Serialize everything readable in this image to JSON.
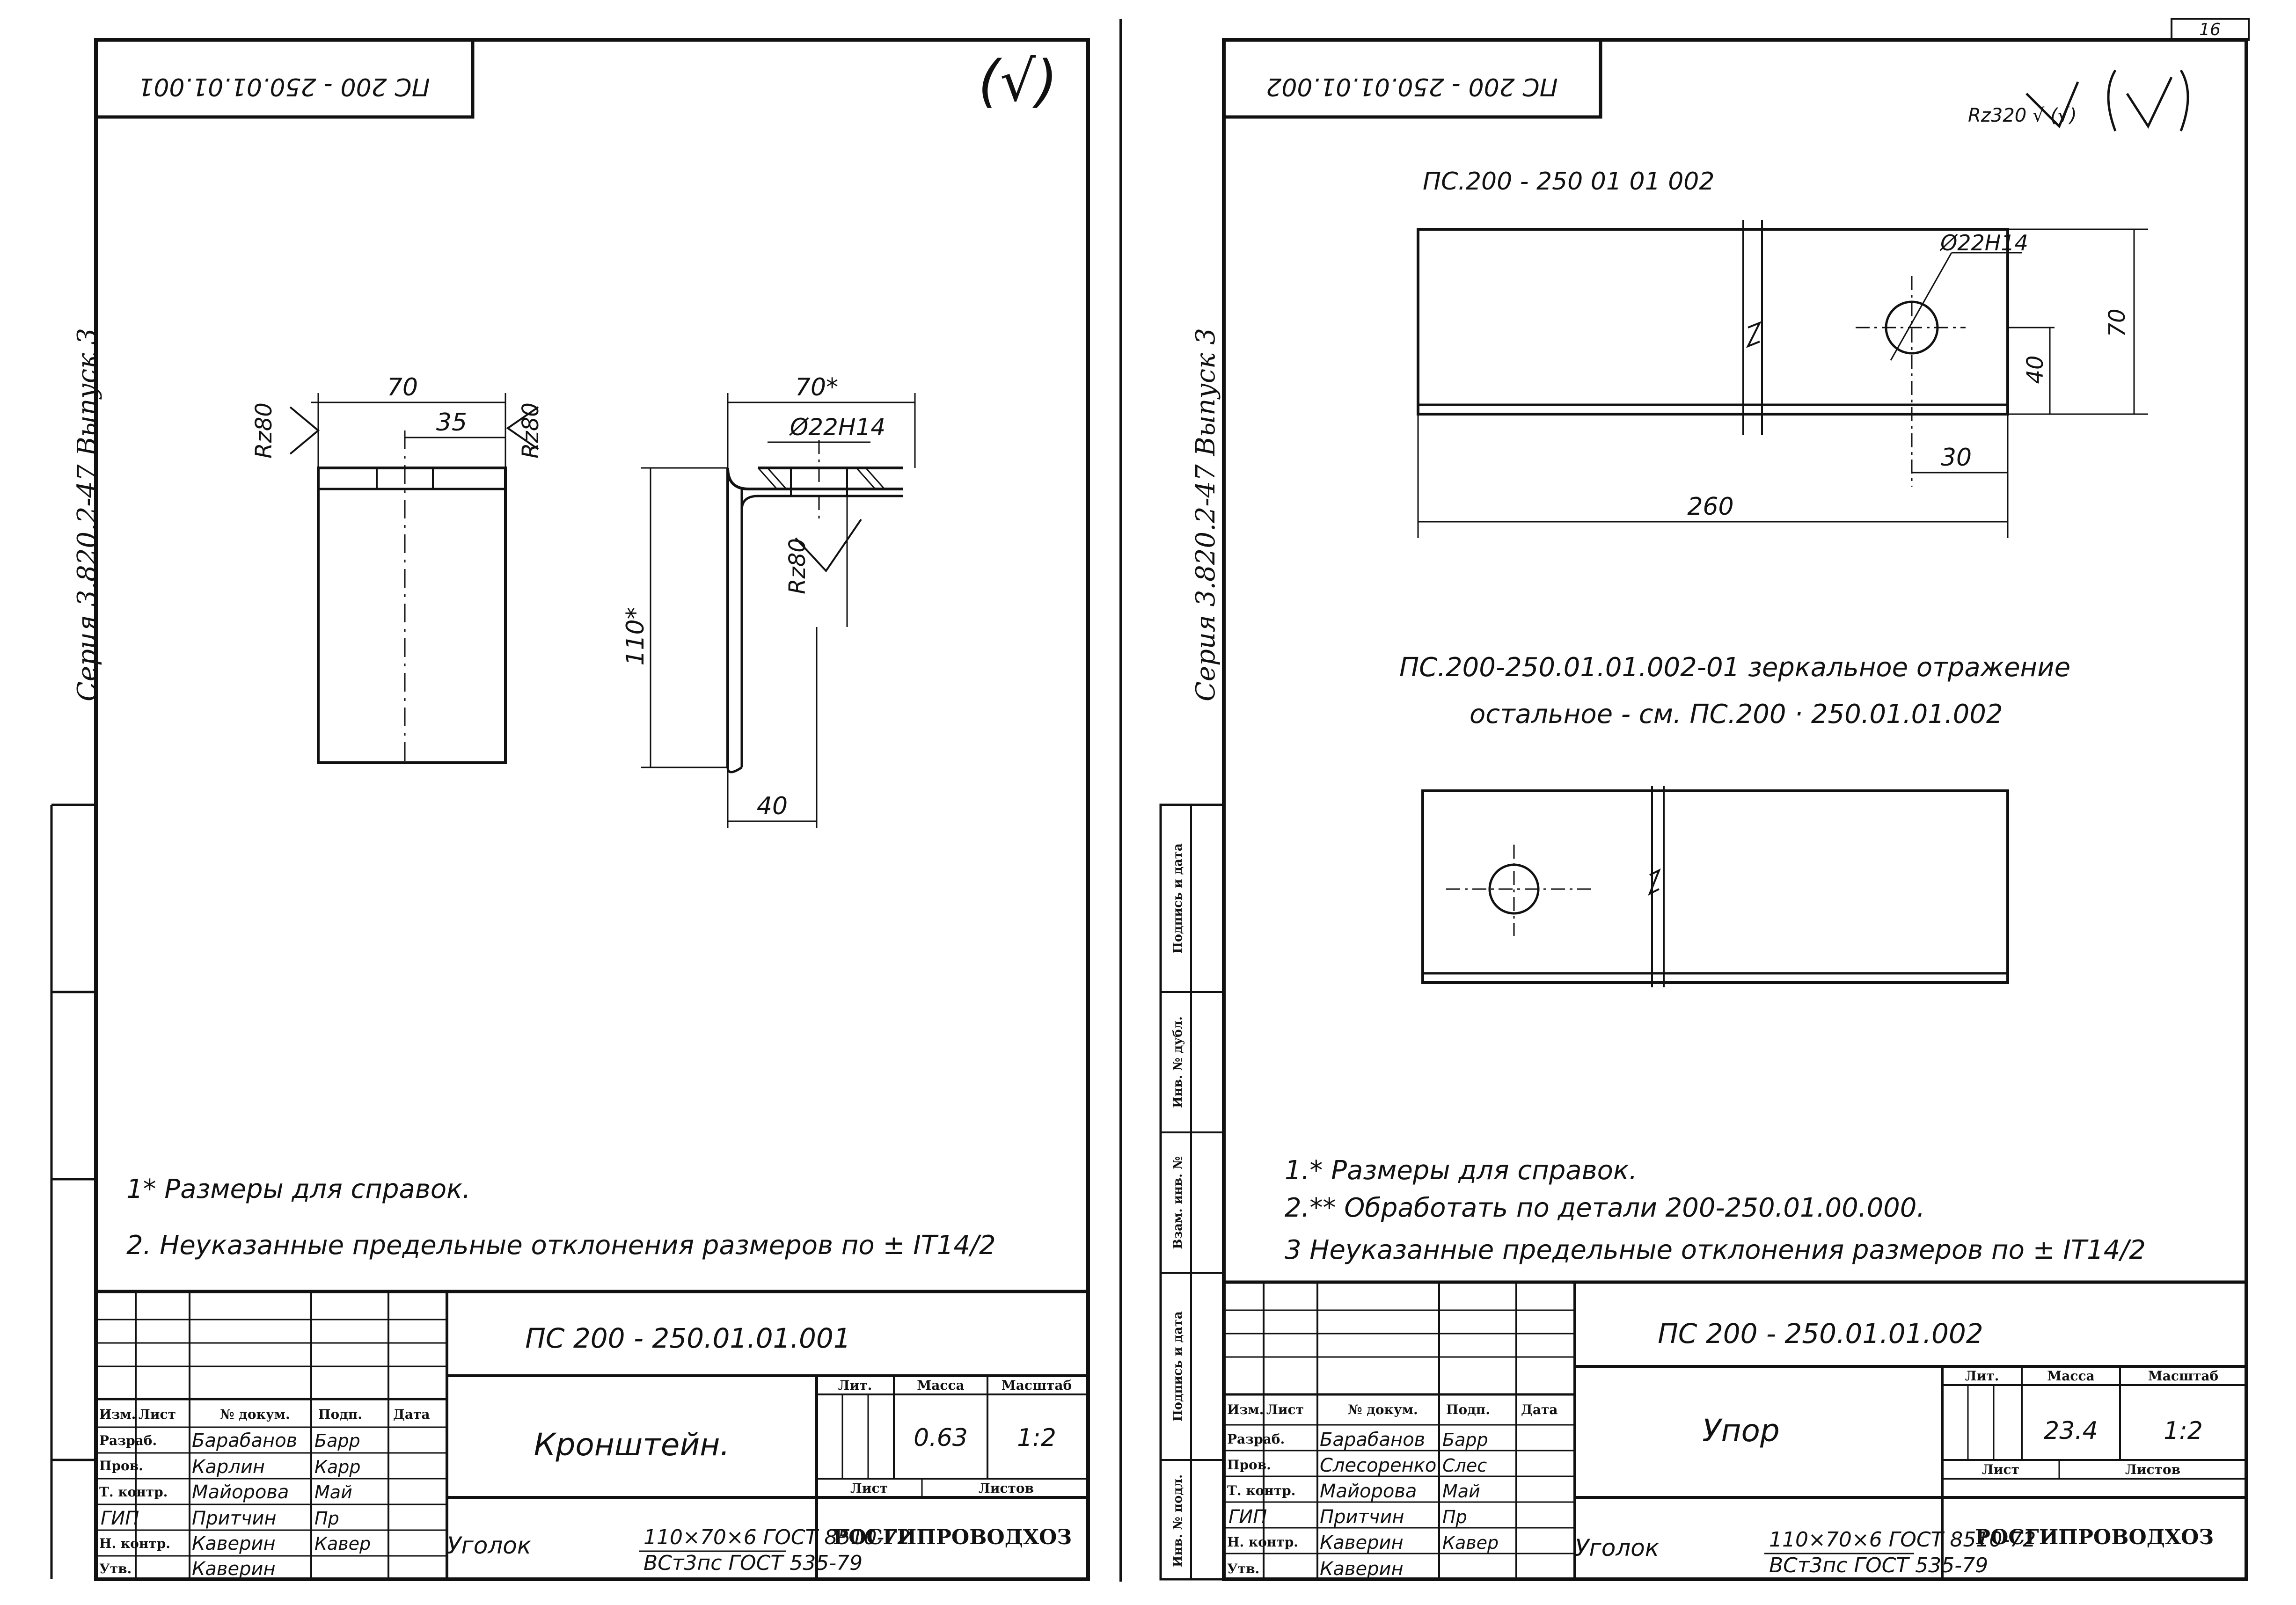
{
  "page_number": "16",
  "left_sheet": {
    "stamp_code": "ПС 200 - 250.01.01.001",
    "roughness_symbol": "(√)",
    "series_label": "Серия 3.820.2-47 Выпуск 3",
    "front_view": {
      "width_dim": "70",
      "half_dim": "35",
      "rz_left": "Rz80",
      "rz_right": "Rz80"
    },
    "side_view": {
      "width_dim": "70*",
      "hole_dim": "Ø22H14",
      "height_dim": "110*",
      "rz": "Rz80",
      "bottom_dim": "40"
    },
    "notes": [
      "1* Размеры для справок.",
      "2. Неуказанные предельные отклонения размеров по ± IT14/2"
    ],
    "title_block": {
      "doc_code": "ПС 200 - 250.01.01.001",
      "name": "Кронштейн.",
      "material_prefix": "Уголок",
      "material_line1": "110×70×6 ГОСТ 8510-72",
      "material_line2": "ВСт3пс ГОСТ 535-79",
      "org": "РОСГИПРОВОДХОЗ",
      "hdr_lit": "Лит.",
      "hdr_mass": "Масса",
      "hdr_scale": "Масштаб",
      "mass": "0.63",
      "scale": "1:2",
      "hdr_sheet": "Лист",
      "hdr_sheets": "Листов",
      "col_headers": [
        "Изм.",
        "Лист",
        "№ докум.",
        "Подп.",
        "Дата"
      ],
      "roles": [
        "Разраб.",
        "Пров.",
        "Т. контр.",
        "ГИП",
        "Н. контр.",
        "Утв."
      ],
      "names": [
        "Барабанов",
        "Карлин",
        "Майорова",
        "Притчин",
        "Каверин",
        "Каверин"
      ],
      "signatures": [
        "Барр",
        "Карр",
        "Май",
        "Пр",
        "Кавер",
        ""
      ]
    }
  },
  "right_sheet": {
    "stamp_code": "ПС 200 - 250.01.01.002",
    "roughness_symbol": "Rz320 √ (√)",
    "series_label": "Серия 3.820.2-47 Выпуск 3",
    "part_label": "ПС.200 - 250 01 01 002",
    "plate_top": {
      "hole_dim": "Ø22H14",
      "dim_40": "40",
      "dim_70": "70",
      "dim_30": "30",
      "dim_260": "260"
    },
    "mirror_label_1": "ПС.200-250.01.01.002-01 зеркальное отражение",
    "mirror_label_2": "остальное - см. ПС.200 · 250.01.01.002",
    "notes": [
      "1.* Размеры для справок.",
      "2.** Обработать по детали 200-250.01.00.000.",
      "3 Неуказанные предельные отклонения размеров по ± IT14/2"
    ],
    "side_stamp": [
      "Подпись и дата",
      "Инв. № дубл.",
      "Взам. инв. №",
      "Подпись и дата",
      "Инв. № подл."
    ],
    "title_block": {
      "doc_code": "ПС 200 - 250.01.01.002",
      "name": "Упор",
      "material_prefix": "Уголок",
      "material_line1": "110×70×6 ГОСТ 8510-72",
      "material_line2": "ВСт3пс ГОСТ 535-79",
      "org": "РОСГИПРОВОДХОЗ",
      "hdr_lit": "Лит.",
      "hdr_mass": "Масса",
      "hdr_scale": "Масштаб",
      "mass": "23.4",
      "scale": "1:2",
      "hdr_sheet": "Лист",
      "hdr_sheets": "Листов",
      "col_headers": [
        "Изм.",
        "Лист",
        "№ докум.",
        "Подп.",
        "Дата"
      ],
      "roles": [
        "Разраб.",
        "Пров.",
        "Т. контр.",
        "ГИП",
        "Н. контр.",
        "Утв."
      ],
      "names": [
        "Барабанов",
        "Слесоренко",
        "Майорова",
        "Притчин",
        "Каверин",
        "Каверин"
      ],
      "signatures": [
        "Барр",
        "Слес",
        "Май",
        "Пр",
        "Кавер",
        ""
      ]
    }
  }
}
